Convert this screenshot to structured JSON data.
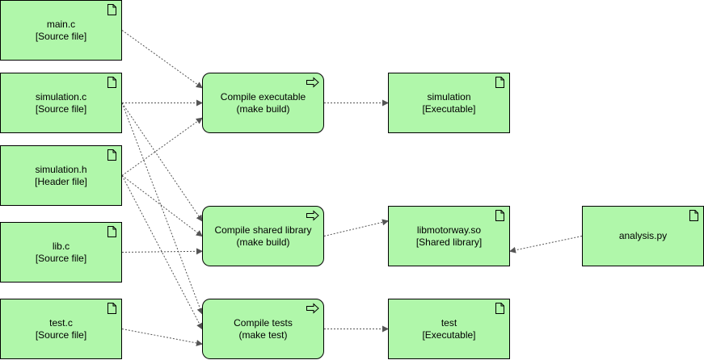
{
  "artifacts": {
    "main_c": {
      "name": "main.c",
      "kind": "[Source file]"
    },
    "simulation_c": {
      "name": "simulation.c",
      "kind": "[Source file]"
    },
    "simulation_h": {
      "name": "simulation.h",
      "kind": "[Header file]"
    },
    "lib_c": {
      "name": "lib.c",
      "kind": "[Source file]"
    },
    "test_c": {
      "name": "test.c",
      "kind": "[Source file]"
    },
    "simulation": {
      "name": "simulation",
      "kind": "[Executable]"
    },
    "libmotorway_so": {
      "name": "libmotorway.so",
      "kind": "[Shared library]"
    },
    "test": {
      "name": "test",
      "kind": "[Executable]"
    },
    "analysis_py": {
      "name": "analysis.py"
    }
  },
  "processes": {
    "compile_executable": {
      "name": "Compile executable",
      "command": "(make build)"
    },
    "compile_shared_library": {
      "name": "Compile shared library",
      "command": "(make build)"
    },
    "compile_tests": {
      "name": "Compile tests",
      "command": "(make test)"
    }
  },
  "icons": {
    "artifact": "document-icon",
    "process": "process-arrow-icon"
  },
  "colors": {
    "fill": "#b0f7aa",
    "stroke": "#000000",
    "edge": "#555555"
  },
  "edges": [
    {
      "from": "main_c",
      "to": "compile_executable"
    },
    {
      "from": "simulation_c",
      "to": "compile_executable"
    },
    {
      "from": "simulation_h",
      "to": "compile_executable"
    },
    {
      "from": "simulation_c",
      "to": "compile_shared_library"
    },
    {
      "from": "simulation_h",
      "to": "compile_shared_library"
    },
    {
      "from": "lib_c",
      "to": "compile_shared_library"
    },
    {
      "from": "simulation_c",
      "to": "compile_tests"
    },
    {
      "from": "simulation_h",
      "to": "compile_tests"
    },
    {
      "from": "test_c",
      "to": "compile_tests"
    },
    {
      "from": "compile_executable",
      "to": "simulation"
    },
    {
      "from": "compile_shared_library",
      "to": "libmotorway_so"
    },
    {
      "from": "compile_tests",
      "to": "test"
    },
    {
      "from": "analysis_py",
      "to": "libmotorway_so"
    }
  ]
}
